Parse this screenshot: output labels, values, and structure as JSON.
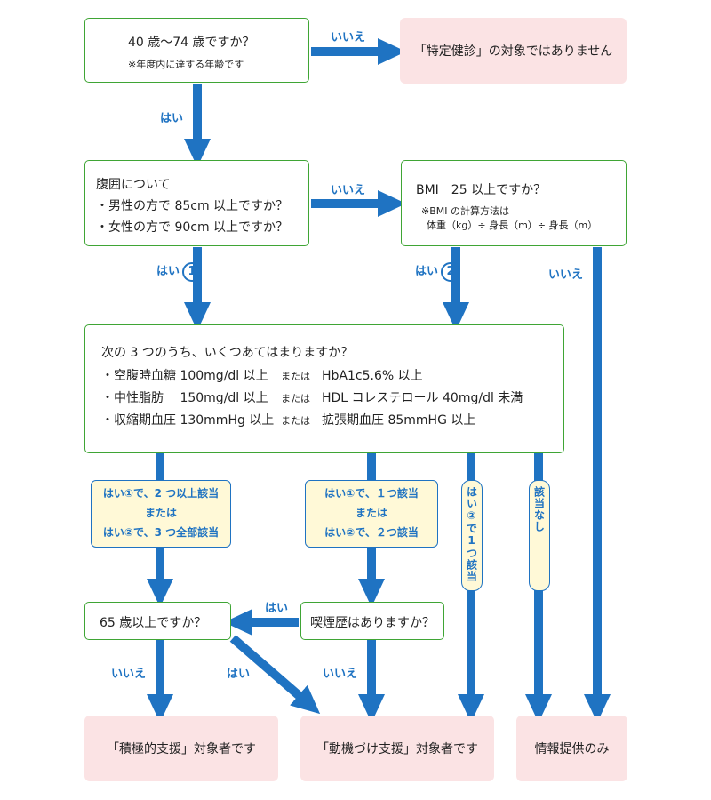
{
  "box_age": {
    "question": "40 歳～74 歳ですか？",
    "note": "※年度内に達する年齢です"
  },
  "result_not_target": "「特定健診」の対象ではありません",
  "box_waist": {
    "title": "腹囲について",
    "male": "・男性の方で 85cm 以上ですか？",
    "female": "・女性の方で 90cm 以上ですか？"
  },
  "box_bmi": {
    "question": "BMI　25 以上ですか？",
    "note": "※BMI の計算方法は",
    "formula": "体重（kg）÷ 身長（m）÷ 身長（m）"
  },
  "box_criteria": {
    "title": "次の 3 つのうち、いくつあてはまりますか？",
    "rows": [
      {
        "a": "・空腹時血糖 100mg/dl 以上",
        "or": "または",
        "b": "HbA1c5.6% 以上"
      },
      {
        "a": "・中性脂肪　 150mg/dl 以上",
        "or": "または",
        "b": "HDL コレステロール 40mg/dl 未満"
      },
      {
        "a": "・収縮期血圧 130mmHg 以上",
        "or": "または",
        "b": "拡張期血圧 85mmHG 以上"
      }
    ]
  },
  "cond_two_or_more": {
    "line1": "はい①で、2 つ以上該当",
    "line2": "または",
    "line3": "はい②で、3 つ全部該当"
  },
  "cond_one": {
    "line1": "はい①で、１つ該当",
    "line2": "または",
    "line3": "はい②で、２つ該当"
  },
  "cond_yes2_one": "はい②で1つ該当",
  "cond_none": "該当なし",
  "box_65": "65 歳以上ですか？",
  "box_smoke": "喫煙歴はありますか？",
  "result_active": "「積極的支援」対象者です",
  "result_motivation": "「動機づけ支援」対象者です",
  "result_info": "情報提供のみ",
  "labels": {
    "yes": "はい",
    "no": "いいえ",
    "circle1": "1",
    "circle2": "2"
  },
  "colors": {
    "arrow": "#1f73c2",
    "box_border": "#3fa535",
    "result_bg": "#fbe3e4",
    "condition_bg": "#fff9d7"
  }
}
